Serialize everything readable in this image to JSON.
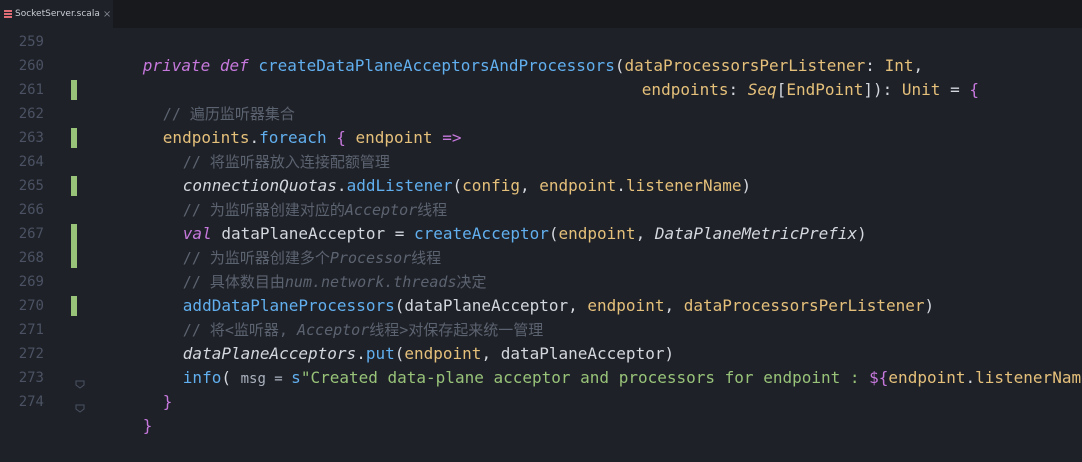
{
  "tab": {
    "filename": "SocketServer.scala",
    "close": "×"
  },
  "gutter": {
    "line_numbers": [
      "259",
      "260",
      "261",
      "262",
      "263",
      "264",
      "265",
      "266",
      "267",
      "268",
      "269",
      "270",
      "271",
      "272",
      "273",
      "274"
    ]
  },
  "code": {
    "l259": {
      "kw1": "private def",
      "fn": "createDataPlaneAcceptorsAndProcessors",
      "p1": "(",
      "param": "dataProcessorsPerListener",
      "colon": ": ",
      "type": "Int",
      "comma": ","
    },
    "l260": {
      "param": "endpoints",
      "colon": ": ",
      "type1": "Seq",
      "b1": "[",
      "type2": "EndPoint",
      "b2": "])",
      "colon2": ": ",
      "type3": "Unit",
      "eq": " = ",
      "brace": "{"
    },
    "l261": {
      "comment": "// 遍历监听器集合"
    },
    "l262": {
      "obj": "endpoints",
      "dot": ".",
      "fn": "foreach",
      "sp": " ",
      "brace": "{",
      "param": " endpoint ",
      "arrow": "=>"
    },
    "l263": {
      "comment": "// 将监听器放入连接配额管理"
    },
    "l264": {
      "obj": "connectionQuotas",
      "dot": ".",
      "fn": "addListener",
      "p1": "(",
      "a1": "config",
      "c1": ", ",
      "a2": "endpoint",
      "dot2": ".",
      "a3": "listenerName",
      "p2": ")"
    },
    "l265": {
      "comment_a": "// 为监听器创建对应的",
      "comment_b": "Acceptor",
      "comment_c": "线程"
    },
    "l266": {
      "kw": "val",
      "name": " dataPlaneAcceptor = ",
      "fn": "createAcceptor",
      "p1": "(",
      "a1": "endpoint",
      "c1": ", ",
      "a2": "DataPlaneMetricPrefix",
      "p2": ")"
    },
    "l267": {
      "comment_a": "// 为监听器创建多个",
      "comment_b": "Processor",
      "comment_c": "线程"
    },
    "l268": {
      "comment_a": "// 具体数目由",
      "comment_b": "num.network.threads",
      "comment_c": "决定"
    },
    "l269": {
      "fn": "addDataPlaneProcessors",
      "p1": "(",
      "a1": "dataPlaneAcceptor",
      "c1": ", ",
      "a2": "endpoint",
      "c2": ", ",
      "a3": "dataProcessorsPerListener",
      "p2": ")"
    },
    "l270": {
      "comment_a": "// 将<监听器, ",
      "comment_b": "Acceptor",
      "comment_c": "线程>对保存起来统一管理"
    },
    "l271": {
      "obj": "dataPlaneAcceptors",
      "dot": ".",
      "fn": "put",
      "p1": "(",
      "a1": "endpoint",
      "c1": ", ",
      "a2": "dataPlaneAcceptor",
      "p2": ")"
    },
    "l272": {
      "fn": "info",
      "p1": "( ",
      "hint": "msg = ",
      "s": "s",
      "str": "\"Created data-plane acceptor and processors for endpoint : ",
      "interp": "${",
      "a1": "endpoint",
      "dot": ".",
      "a2": "listenerName",
      "interp2": "}",
      "str2": "\"",
      "p2": ")"
    },
    "l273": {
      "brace": "}"
    },
    "l274": {
      "brace": "}"
    }
  },
  "colors": {
    "background": "#1e2127",
    "keyword": "#c678dd",
    "function": "#61afef",
    "type": "#e5c07b",
    "string": "#98c379",
    "comment": "#5c6370",
    "git_added": "#98c379"
  }
}
